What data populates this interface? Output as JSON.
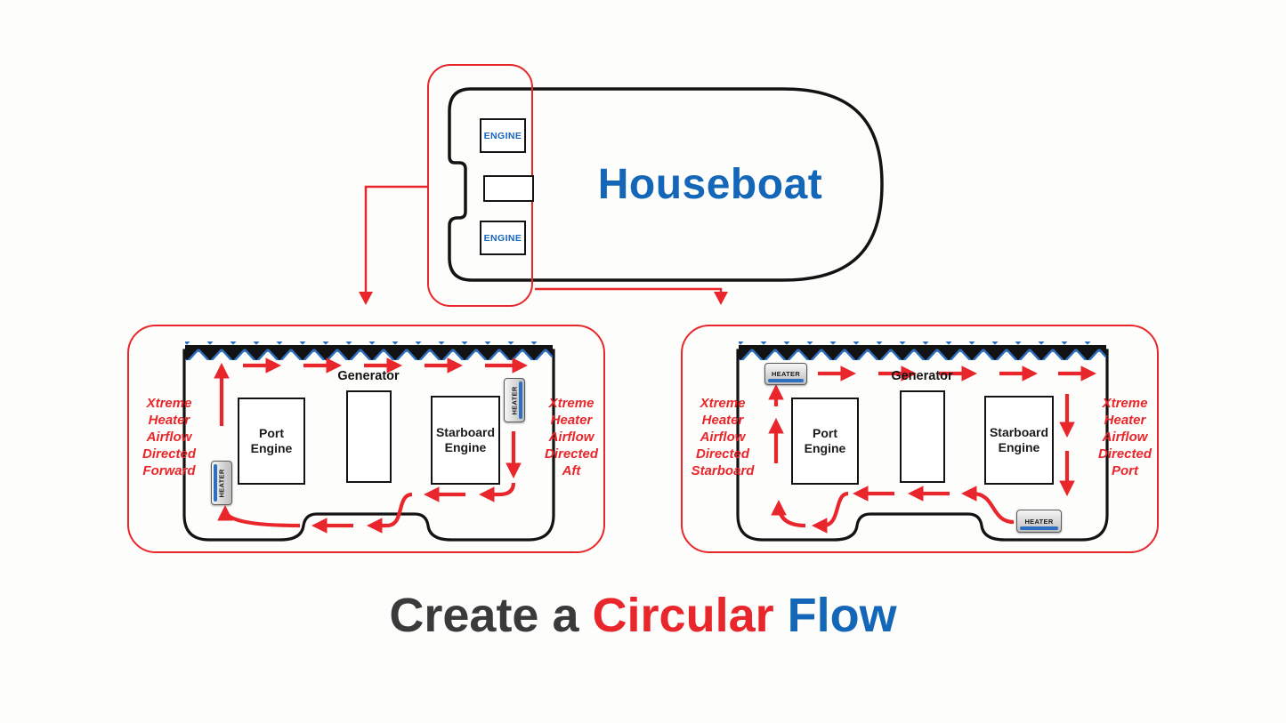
{
  "houseboat": {
    "title": "Houseboat",
    "engines": [
      "ENGINE",
      "ENGINE"
    ]
  },
  "heater_label": "HEATER",
  "panels": [
    {
      "id": "forward-aft",
      "generator_label": "Generator",
      "port_engine_label": "Port Engine",
      "starboard_engine_label": "Starboard Engine",
      "left_note": {
        "lines": [
          "Xtreme",
          "Heater",
          "Airflow",
          "Directed"
        ],
        "direction": "Forward"
      },
      "right_note": {
        "lines": [
          "Xtreme",
          "Heater",
          "Airflow",
          "Directed"
        ],
        "direction": "Aft"
      }
    },
    {
      "id": "starboard-port",
      "generator_label": "Generator",
      "port_engine_label": "Port Engine",
      "starboard_engine_label": "Starboard Engine",
      "left_note": {
        "lines": [
          "Xtreme",
          "Heater",
          "Airflow",
          "Directed"
        ],
        "direction": "Starboard"
      },
      "right_note": {
        "lines": [
          "Xtreme",
          "Heater",
          "Airflow",
          "Directed"
        ],
        "direction": "Port"
      }
    }
  ],
  "caption": {
    "part1": "Create a",
    "part2": "Circular",
    "part3": "Flow"
  },
  "colors": {
    "red": "#e8262b",
    "blue": "#1467b8",
    "dark": "#3a3a3a",
    "black": "#131313"
  }
}
